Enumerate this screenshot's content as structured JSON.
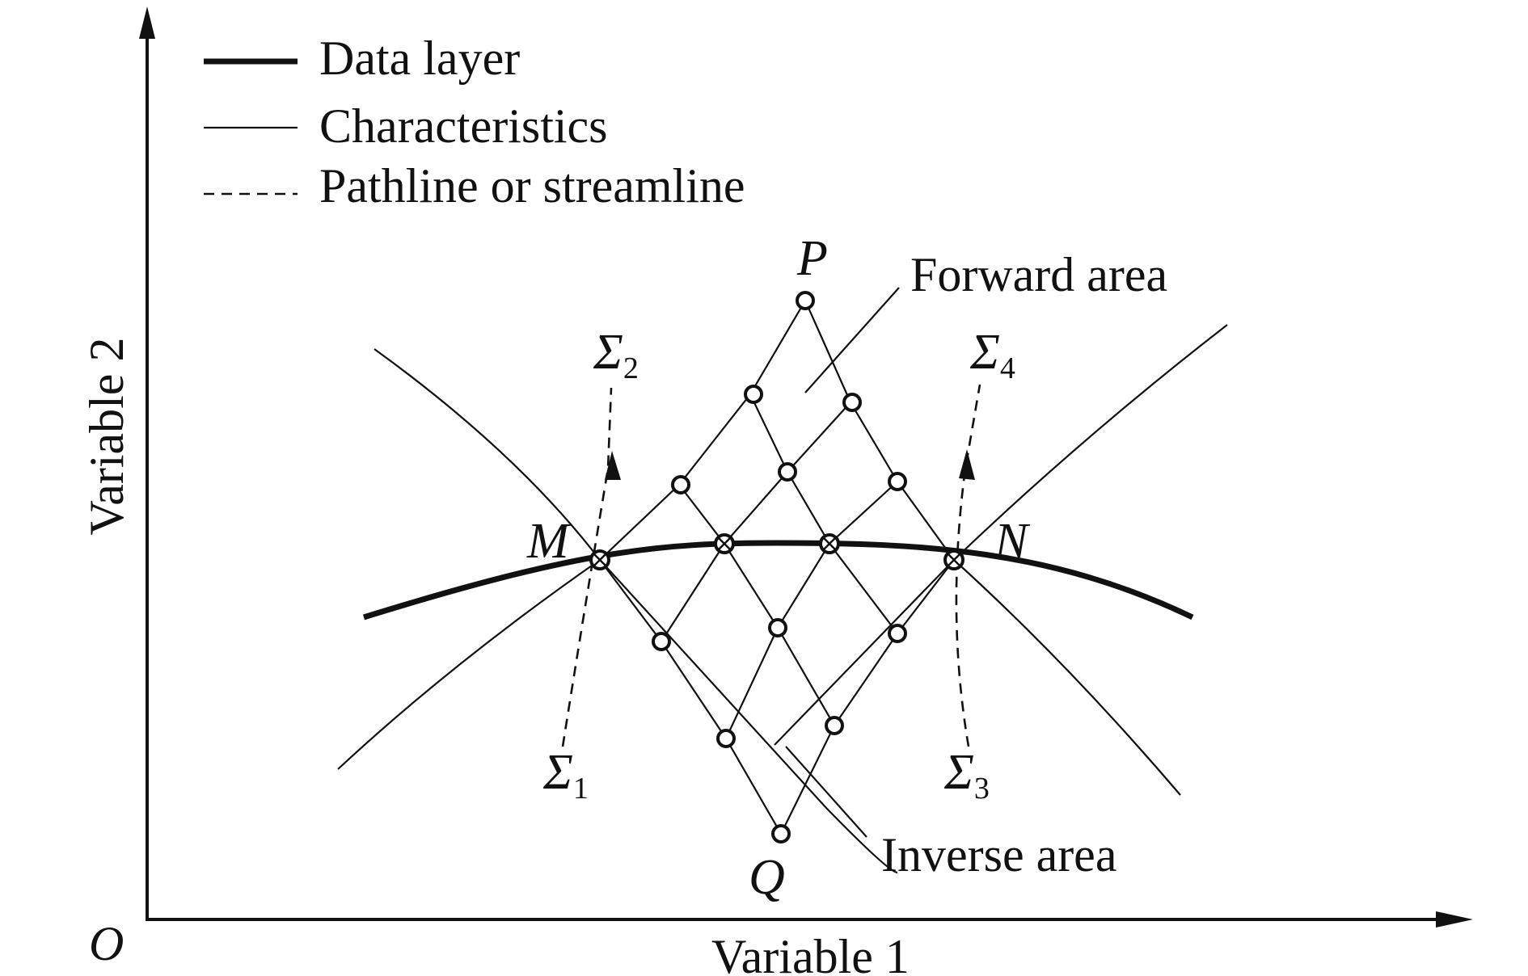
{
  "legend": {
    "data_layer": "Data layer",
    "characteristics": "Characteristics",
    "pathline": "Pathline or streamline"
  },
  "axes": {
    "x_label": "Variable 1",
    "y_label": "Variable 2",
    "origin": "O"
  },
  "points": {
    "P": "P",
    "Q": "Q",
    "M": "M",
    "N": "N"
  },
  "annotations": {
    "forward_area": "Forward area",
    "inverse_area": "Inverse area"
  },
  "sigmas": [
    {
      "symbol": "Σ",
      "index": "1"
    },
    {
      "symbol": "Σ",
      "index": "2"
    },
    {
      "symbol": "Σ",
      "index": "3"
    },
    {
      "symbol": "Σ",
      "index": "4"
    }
  ]
}
